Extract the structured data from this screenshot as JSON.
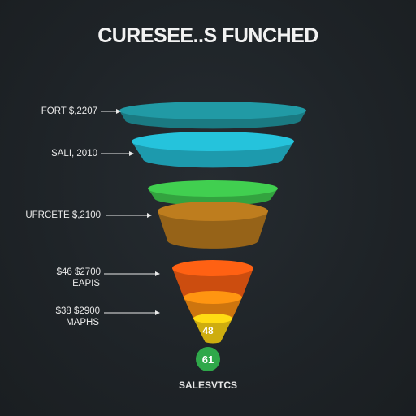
{
  "chart_data": {
    "type": "funnel",
    "title": "CURESEE..S FUNCHED",
    "stages": [
      {
        "label": "FORT $,2207",
        "color": "#1f8f99"
      },
      {
        "label": "SALI, 2010",
        "color": "#22b5cc"
      },
      {
        "label": "",
        "color": "#3cc04a"
      },
      {
        "label": "UFRCETE $,2100",
        "color": "#b0741c"
      },
      {
        "label": "$46 $2700",
        "sublabel": "EAPIS",
        "color": "#f05a12"
      },
      {
        "label": "$38 $2900",
        "sublabel": "MAPHS",
        "color": "#f28a10"
      },
      {
        "label": "",
        "value_label": "48",
        "color": "#f2cc12"
      },
      {
        "label": "",
        "value_label": "61",
        "color": "#2fa84a"
      }
    ],
    "footer": "SALESVTCS"
  }
}
